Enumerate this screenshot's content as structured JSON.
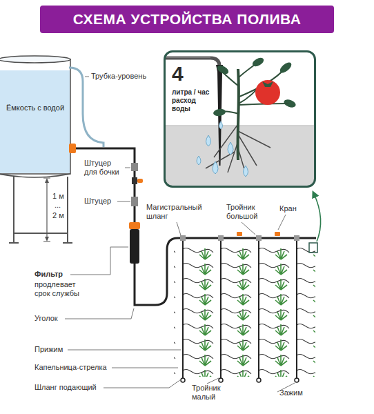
{
  "diagram": {
    "title": "СХЕМА УСТРОЙСТВА ПОЛИВА",
    "nodes": [
      {
        "text": [
          "Ёмкость с водой"
        ]
      },
      {
        "text": [
          "4",
          "литра / час расход воды"
        ]
      }
    ],
    "labels": [
      "Трубка-уровень",
      "Штуцер для бочки",
      "Штуцер",
      "1 м",
      "...",
      "2 м",
      "Фильтр",
      "продлевает срок службы",
      "Уголок",
      "Прижим",
      "Капельница-стрелка",
      "Шланг подающий",
      "Магистральный шланг",
      "Тройник большой",
      "Кран",
      "Тройник малый",
      "Зажим"
    ]
  }
}
